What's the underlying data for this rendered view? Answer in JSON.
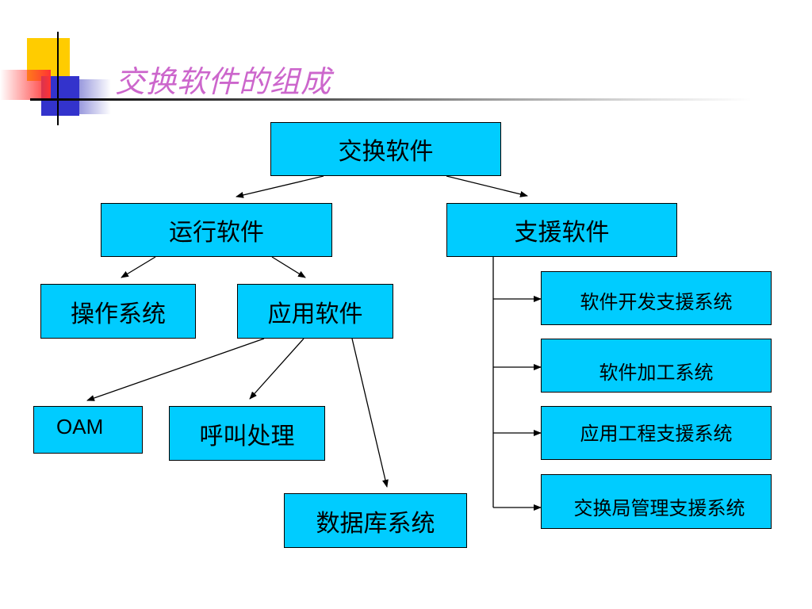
{
  "title": "交换软件的组成",
  "diagram": {
    "root": "交换软件",
    "left_branch": "运行软件",
    "right_branch": "支援软件",
    "operating_system": "操作系统",
    "application_software": "应用软件",
    "oam": "OAM",
    "call_processing": "呼叫处理",
    "database_system": "数据库系统",
    "support_items": [
      "软件开发支援系统",
      "软件加工系统",
      "应用工程支援系统",
      "交换局管理支援系统"
    ]
  },
  "colors": {
    "node_fill": "#00ccff",
    "title": "#cc66cc",
    "deco_yellow": "#ffcc00",
    "deco_blue": "#3333cc",
    "deco_red": "#ff3333"
  }
}
